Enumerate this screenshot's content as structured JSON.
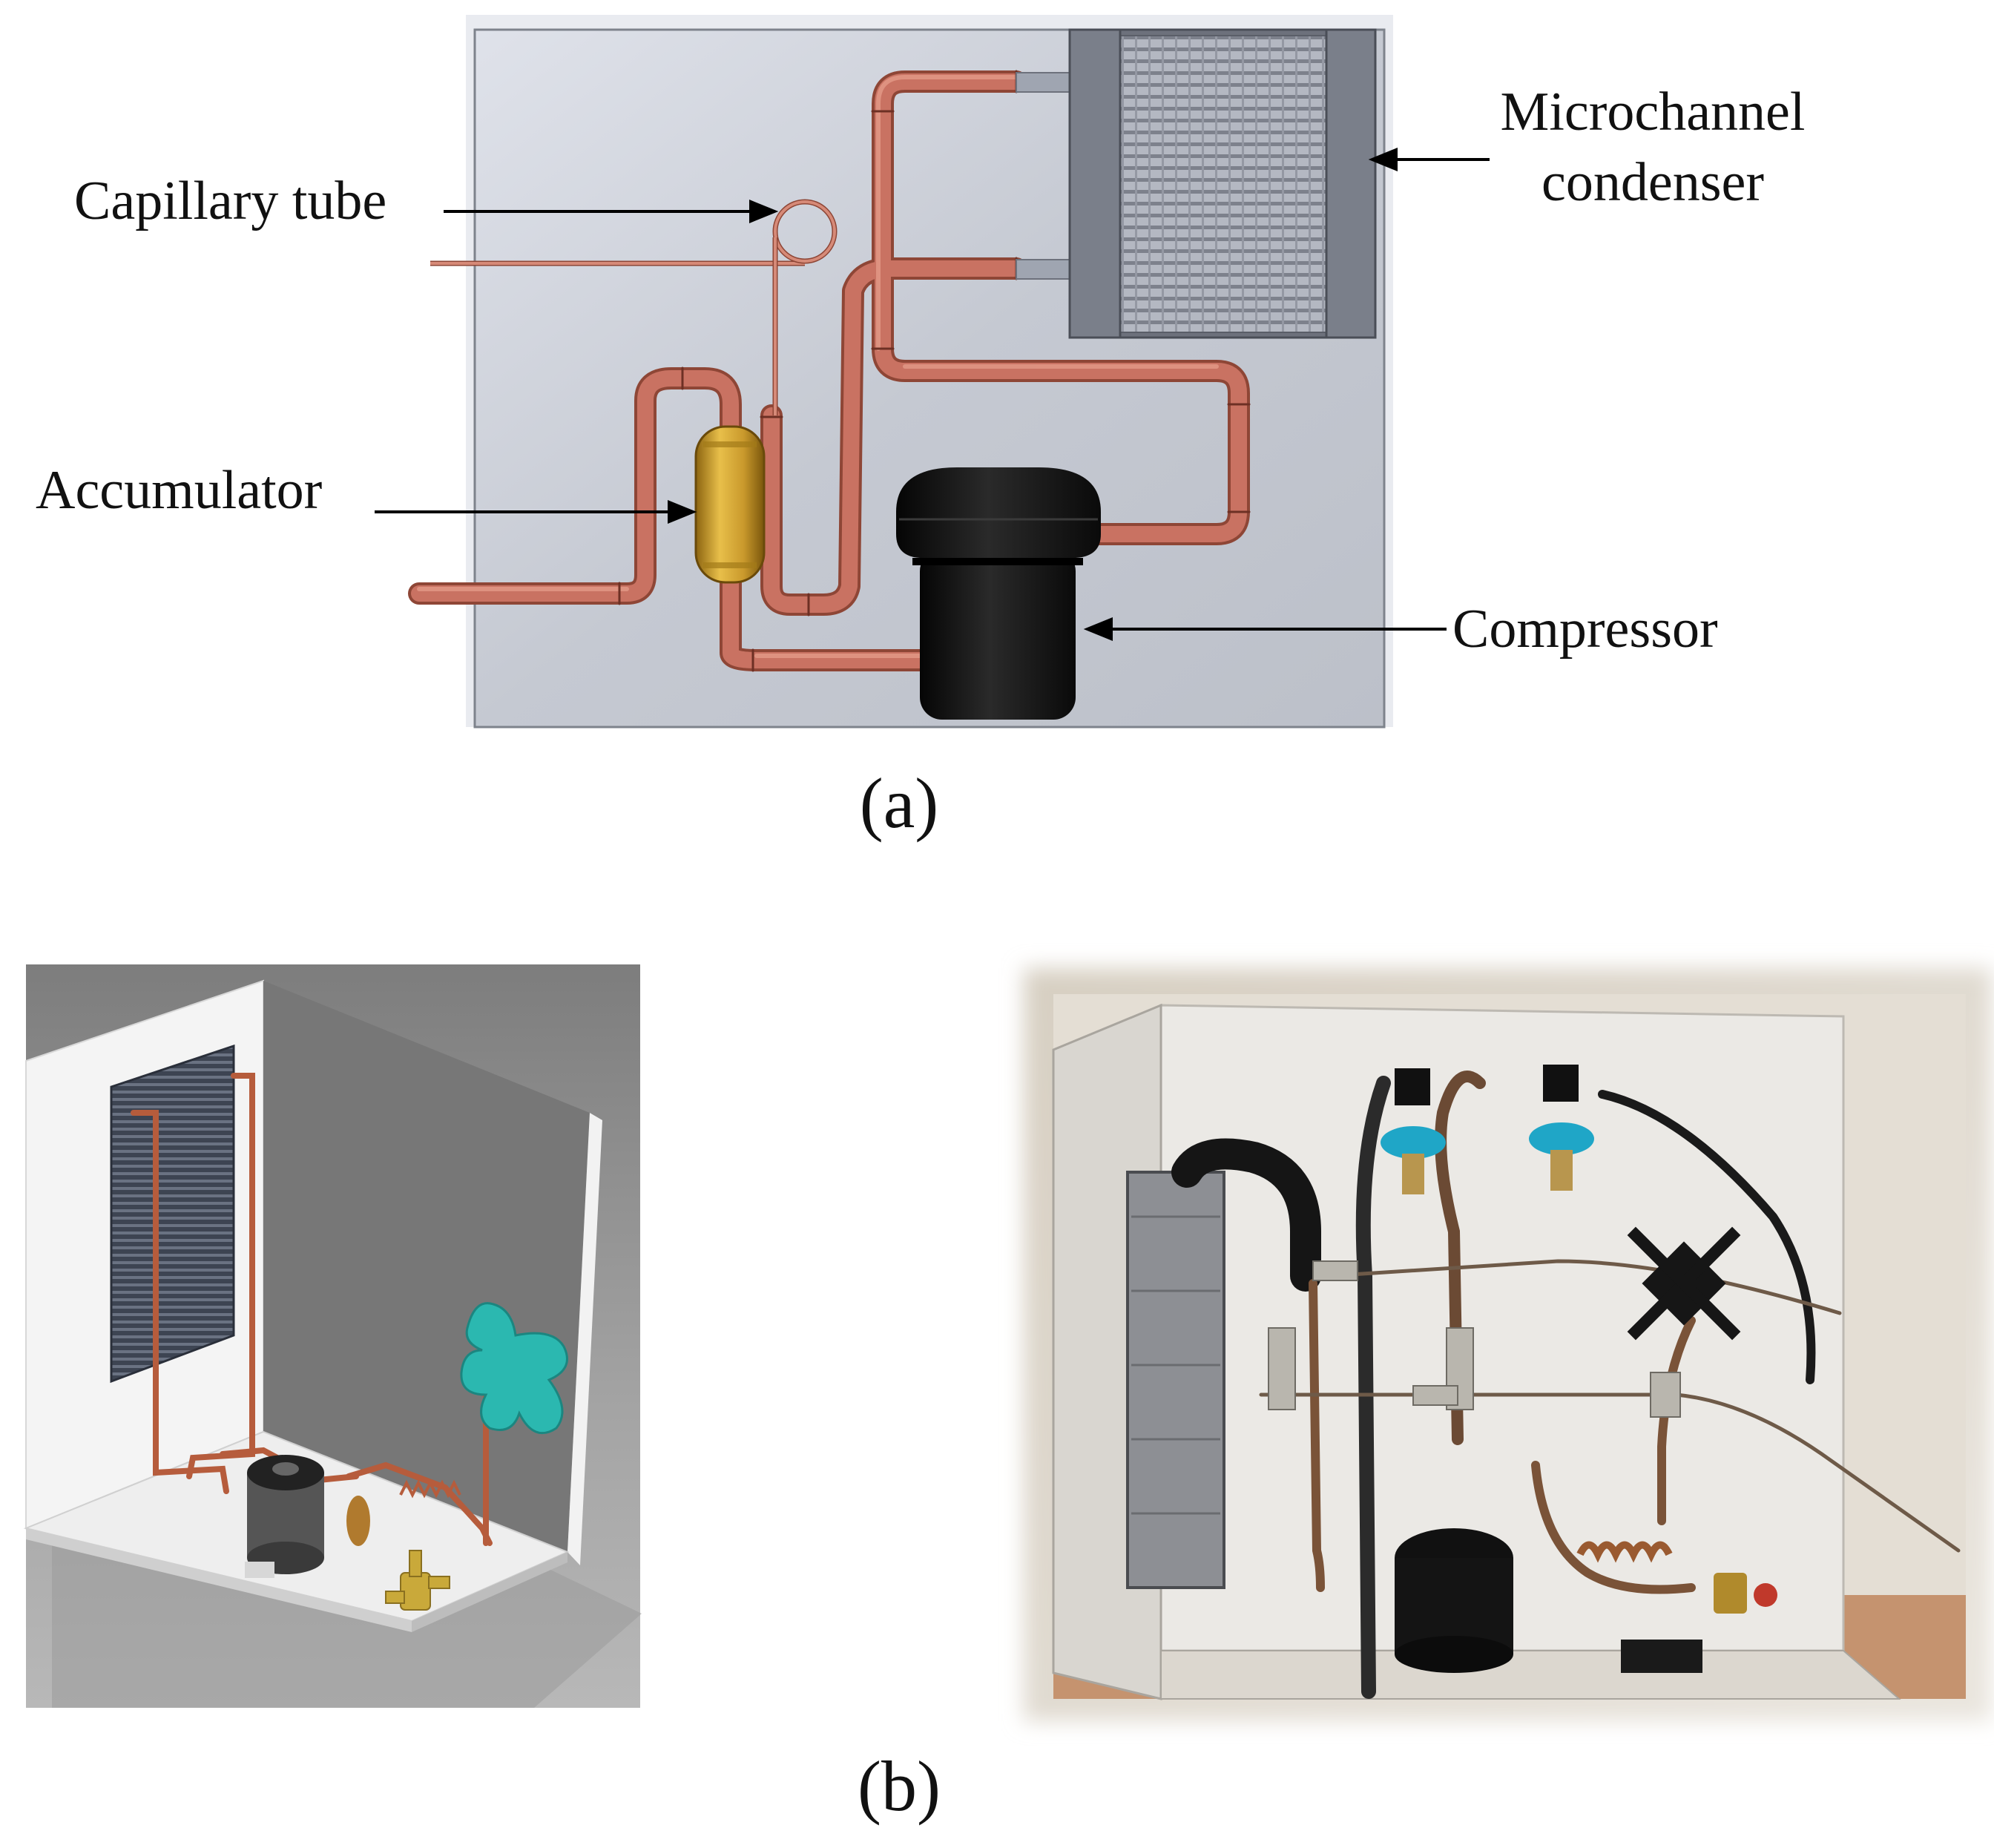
{
  "panel_a": {
    "caption": "(a)",
    "labels": {
      "capillary_tube": "Capillary tube",
      "condenser_line1": "Microchannel",
      "condenser_line2": "condenser",
      "accumulator": "Accumulator",
      "compressor": "Compressor"
    }
  },
  "panel_b": {
    "caption": "(b)"
  },
  "colors": {
    "pipe": "#c06a58",
    "pipe_dark": "#8e4636",
    "board": "#c9ccd4",
    "board_edge": "#7e838c",
    "condenser_frame": "#6d717c",
    "condenser_fin": "#a9adb7",
    "accumulator": "#c9992c",
    "compressor": "#1a1a1a",
    "render_bg": "#9a9a9a",
    "wall": "#f2f2f2",
    "valve_teal": "#2bb8b0",
    "photo_board": "#e9e7e3"
  }
}
